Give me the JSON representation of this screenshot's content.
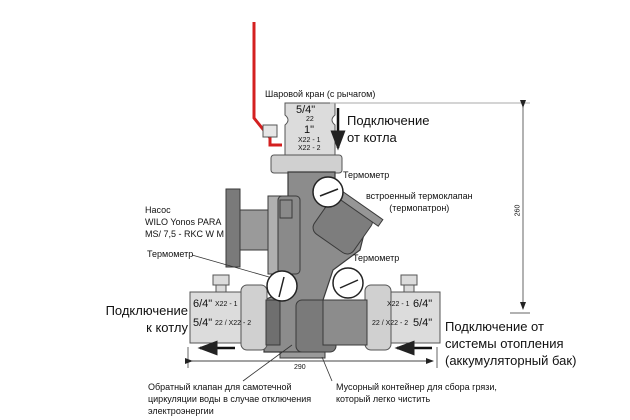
{
  "labels": {
    "ball_valve": "Шаровой кран (с рычагом)",
    "from_boiler_line1": "Подключение",
    "from_boiler_line2": "от котла",
    "pump_line1": "Насос",
    "pump_line2": "WILO Yonos PARA",
    "pump_line3": "MS/ 7,5 - RKC W M",
    "thermometer_left": "Термометр",
    "thermometer_top": "Термометр",
    "thermometer_right": "Термометр",
    "thermo_valve_line1": "встроенный термоклапан",
    "thermo_valve_line2": "(термопатрон)",
    "to_boiler_line1": "Подключение",
    "to_boiler_line2": "к котлу",
    "heating_line1": "Подключение от",
    "heating_line2": "системы отопления",
    "heating_line3": "(аккумуляторный бак)",
    "check_valve_line1": "Обратный клапан для самотечной",
    "check_valve_line2": "циркуляции воды в случае отключения",
    "check_valve_line3": "электроэнергии",
    "dirt_trap_line1": "Мусорный контейнер для сбора грязи,",
    "dirt_trap_line2": "который легко чистить"
  },
  "fittings": {
    "top": {
      "size1": "5/4\"",
      "code1": "22",
      "size2": "1\"",
      "code2a": "X22 - 1",
      "code2b": "X22 - 2"
    },
    "left": {
      "size1": "6/4\"",
      "code1": "X22 - 1",
      "size2": "5/4\"",
      "code2": "22 / X22 - 2"
    },
    "right": {
      "size1": "6/4\"",
      "code1": "X22 - 1",
      "size2": "5/4\"",
      "code2": "22 / X22 - 2"
    }
  },
  "dimensions": {
    "width": "290",
    "height": "260"
  },
  "colors": {
    "body": "#8c8c8c",
    "body_dark": "#6e6e6e",
    "fitting": "#d9d9d9",
    "handle": "#d42020",
    "outline": "#3a3a3a"
  }
}
